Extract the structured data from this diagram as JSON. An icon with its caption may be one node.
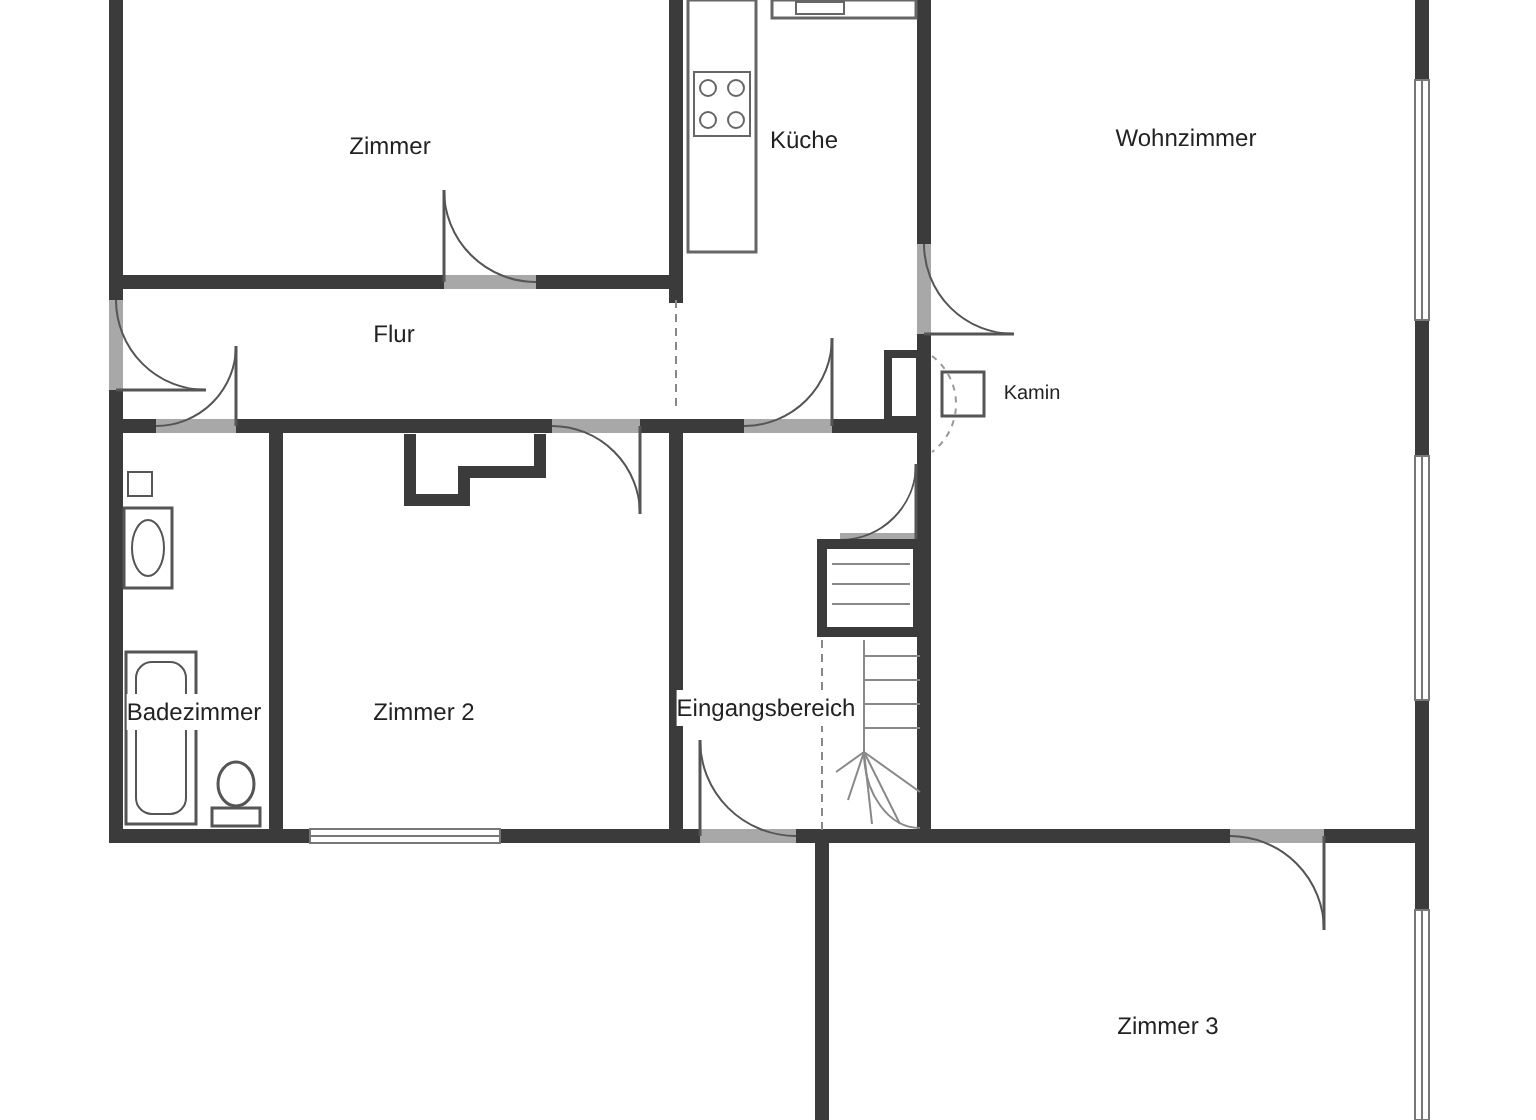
{
  "diagram": {
    "nodes": [
      {
        "text": [
          "Zimmer"
        ]
      },
      {
        "text": [
          "Küche"
        ]
      },
      {
        "text": [
          "Wohnzimmer"
        ]
      },
      {
        "text": [
          "Flur"
        ]
      },
      {
        "text": [
          "Badezimmer"
        ]
      },
      {
        "text": [
          "Zimmer 2"
        ]
      },
      {
        "text": [
          "Eingangsbereich"
        ]
      },
      {
        "text": [
          "Zimmer 3"
        ]
      }
    ],
    "labels": [
      "Kamin"
    ]
  }
}
